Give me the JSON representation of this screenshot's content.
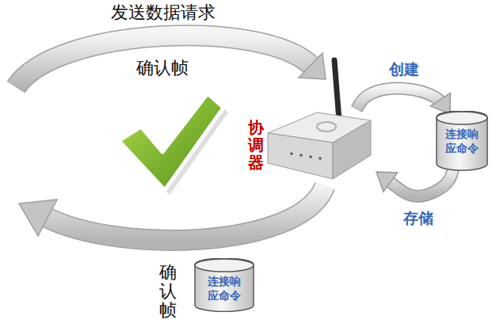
{
  "diagram": {
    "nodes": [
      {
        "text": [
          "协调器"
        ]
      },
      {
        "text": [
          "连接响应命令"
        ]
      },
      {
        "text": [
          "连接响应命令"
        ]
      }
    ],
    "edges": [
      {
        "from": 0,
        "to": 1,
        "label": "创建",
        "arrow": "to"
      },
      {
        "from": 1,
        "to": 0,
        "label": "存储",
        "arrow": "to"
      }
    ],
    "labels": [
      "发送数据请求",
      "确认帧",
      "确认帧"
    ]
  }
}
